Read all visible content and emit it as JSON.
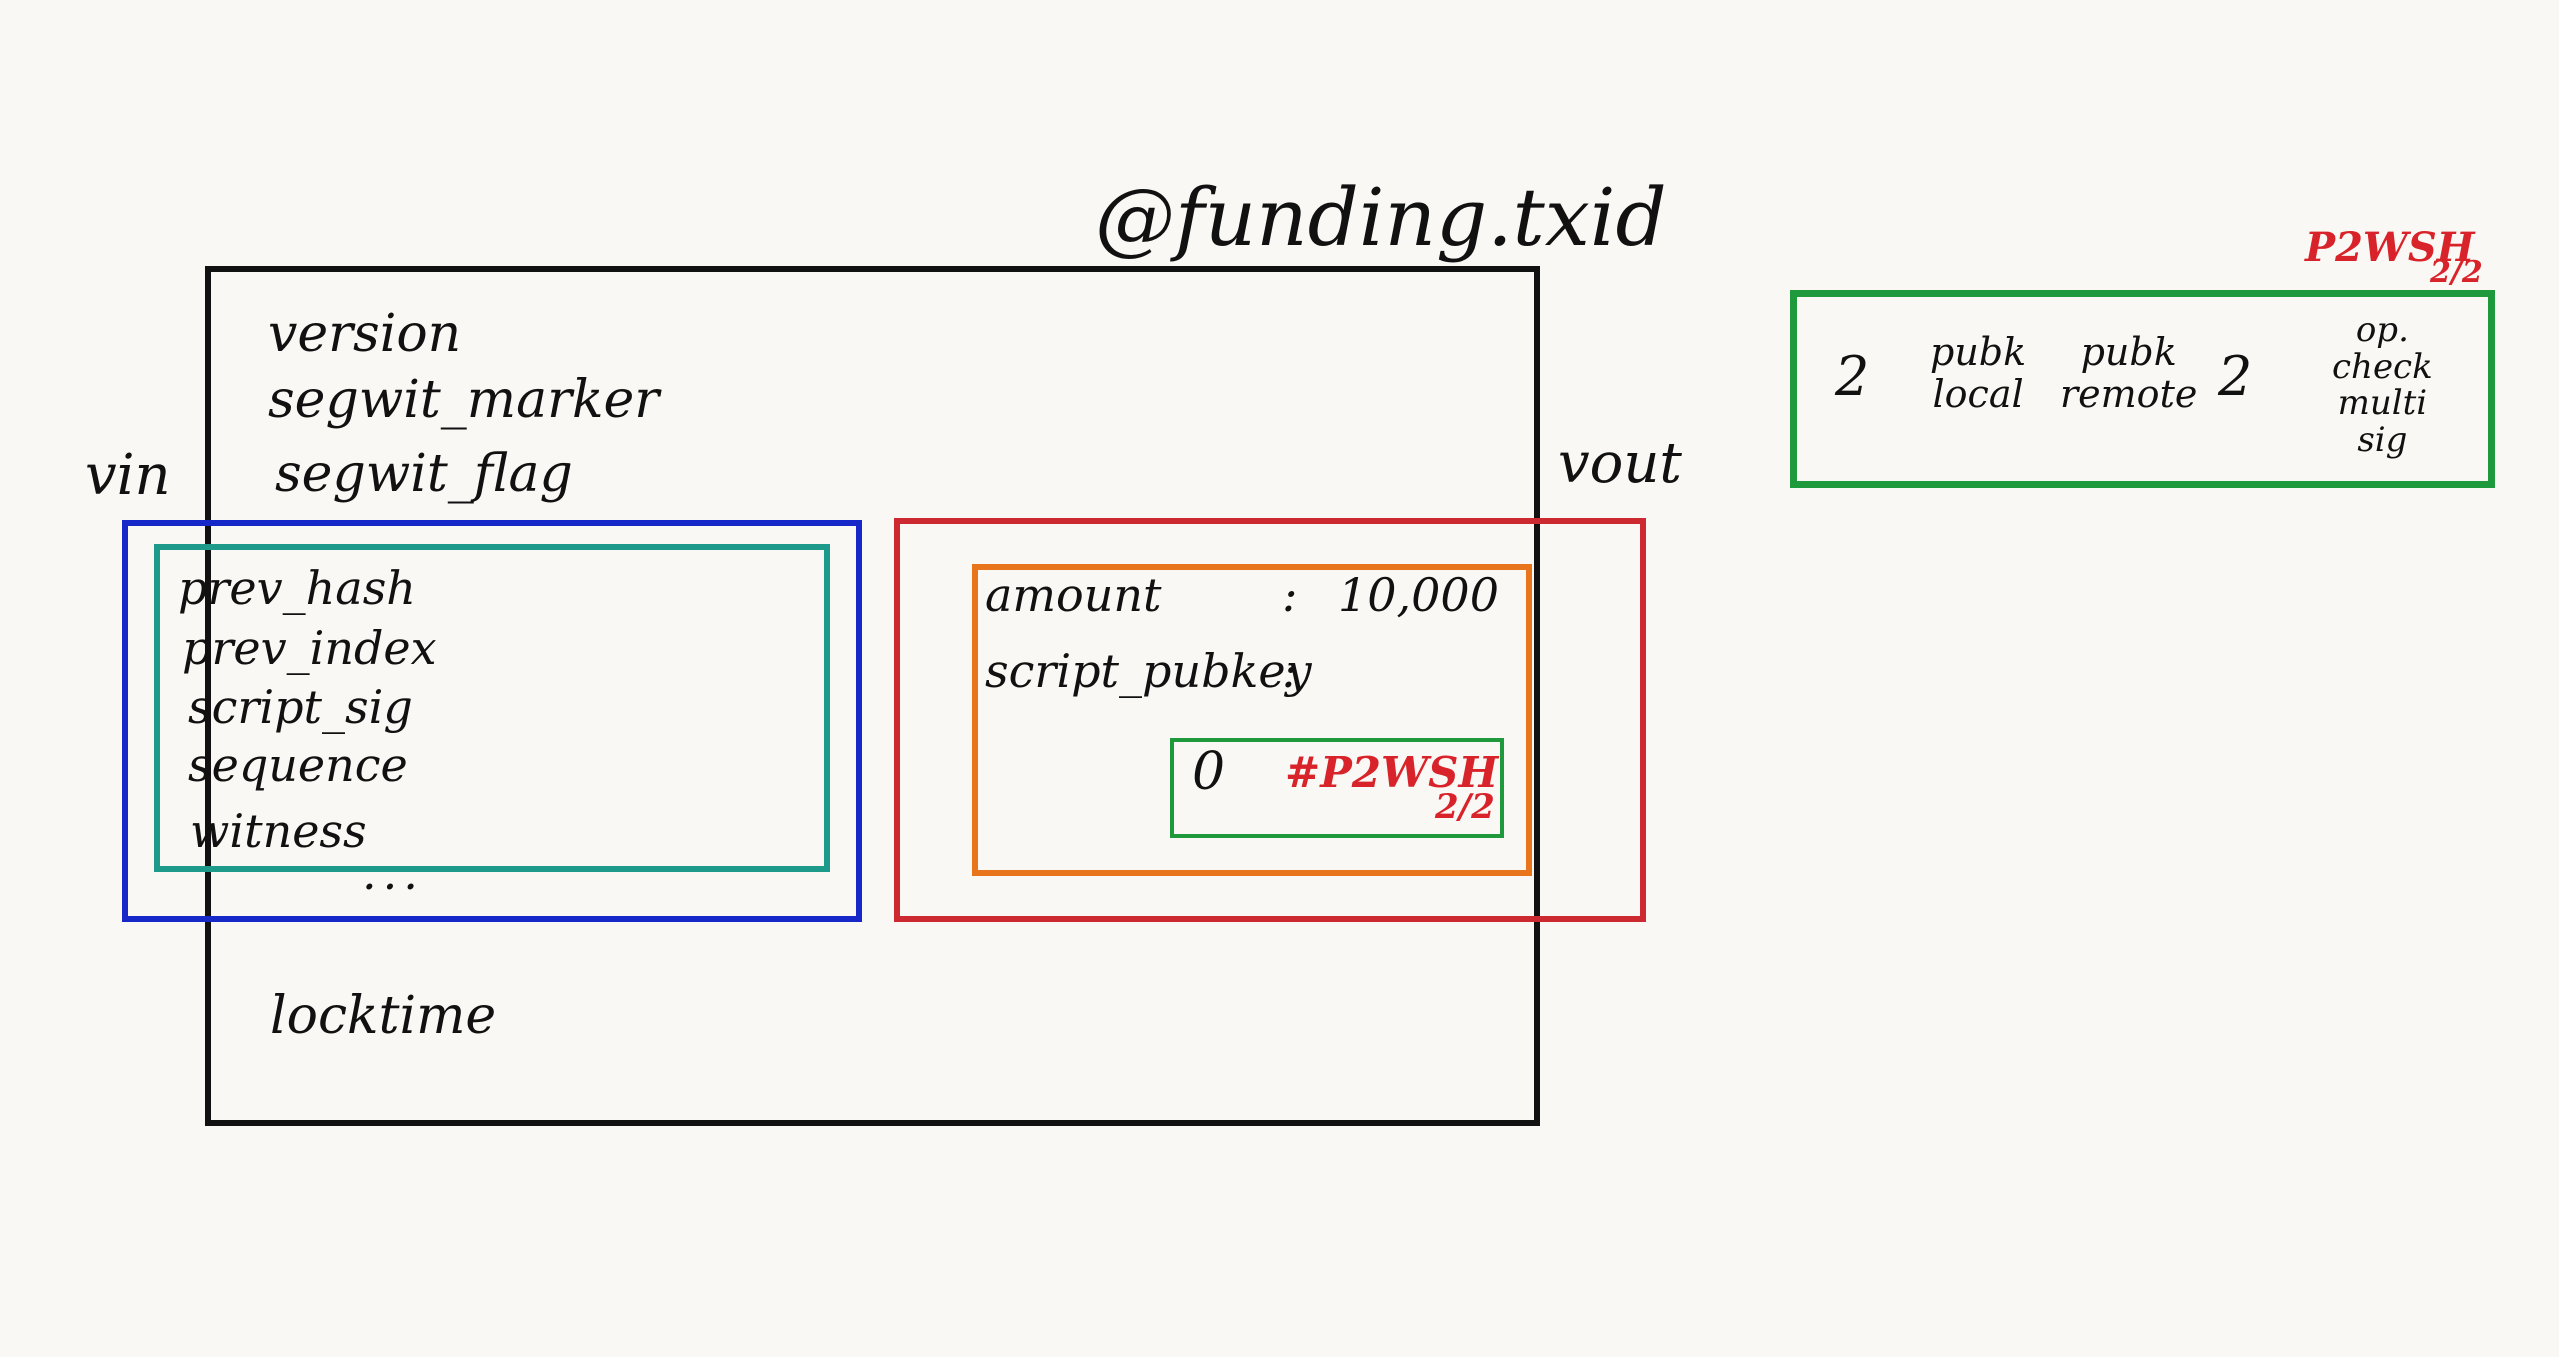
{
  "transaction": {
    "txid_label": "@funding.txid",
    "fields": {
      "version": "version",
      "segwit_marker": "segwit_marker",
      "segwit_flag": "segwit_flag",
      "locktime": "locktime"
    },
    "vin_label": "vin",
    "vout_label": "vout"
  },
  "vin": {
    "fields": [
      "prev_hash",
      "prev_index",
      "script_sig",
      "sequence",
      "witness"
    ],
    "ellipsis": "..."
  },
  "vout": {
    "amount_label": "amount",
    "amount_colon": ":",
    "amount_value": "10,000",
    "script_pubkey_label": "script_pubkey",
    "script_pubkey_colon": ":",
    "script": {
      "version": "0",
      "hash_label": "#P2WSH",
      "hash_sub": "2/2"
    }
  },
  "redeem_script": {
    "tag": "P2WSH",
    "tag_sub": "2/2",
    "m": "2",
    "pubkey1": [
      "pubk",
      "local"
    ],
    "pubkey2": [
      "pubk",
      "remote"
    ],
    "n": "2",
    "opcode": [
      "op.",
      "check",
      "multi",
      "sig"
    ]
  },
  "colors": {
    "tx_frame": "#111111",
    "vin_box": "#1628c8",
    "input_box": "#1e9a8a",
    "vout_box": "#cc2a30",
    "output_box": "#e8741c",
    "script_box": "#1e9a3c",
    "redeem_box": "#1e9a3c",
    "annotation_red": "#d8232a",
    "background": "#faf8f4"
  }
}
